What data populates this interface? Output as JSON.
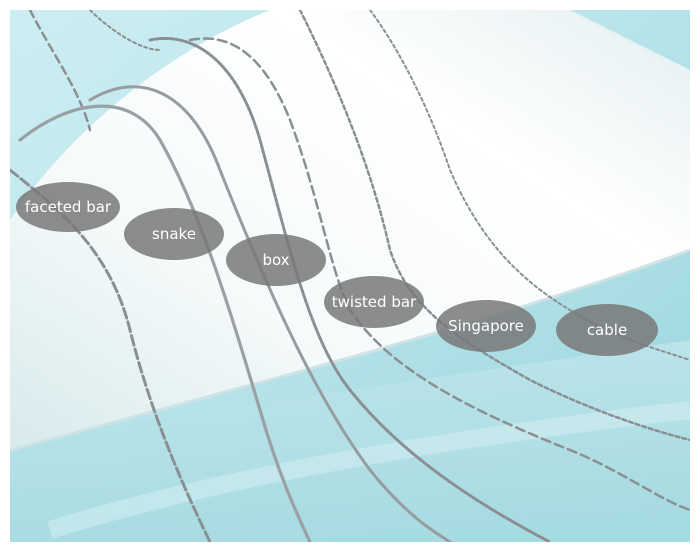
{
  "photo": {
    "subject": "six silver necklace chains draped over a white cylinder on a light blue background",
    "labels": [
      {
        "id": "faceted-bar",
        "text": "faceted bar"
      },
      {
        "id": "snake",
        "text": "snake"
      },
      {
        "id": "box",
        "text": "box"
      },
      {
        "id": "twisted-bar",
        "text": "twisted bar"
      },
      {
        "id": "singapore",
        "text": "Singapore"
      },
      {
        "id": "cable",
        "text": "cable"
      }
    ]
  },
  "colors": {
    "background_blue": "#a9dbe3",
    "cylinder_white": "#f1f6f6",
    "chain_silver": "#8a8f93",
    "label_bg": "#7a7a7a",
    "label_text": "#ffffff"
  }
}
